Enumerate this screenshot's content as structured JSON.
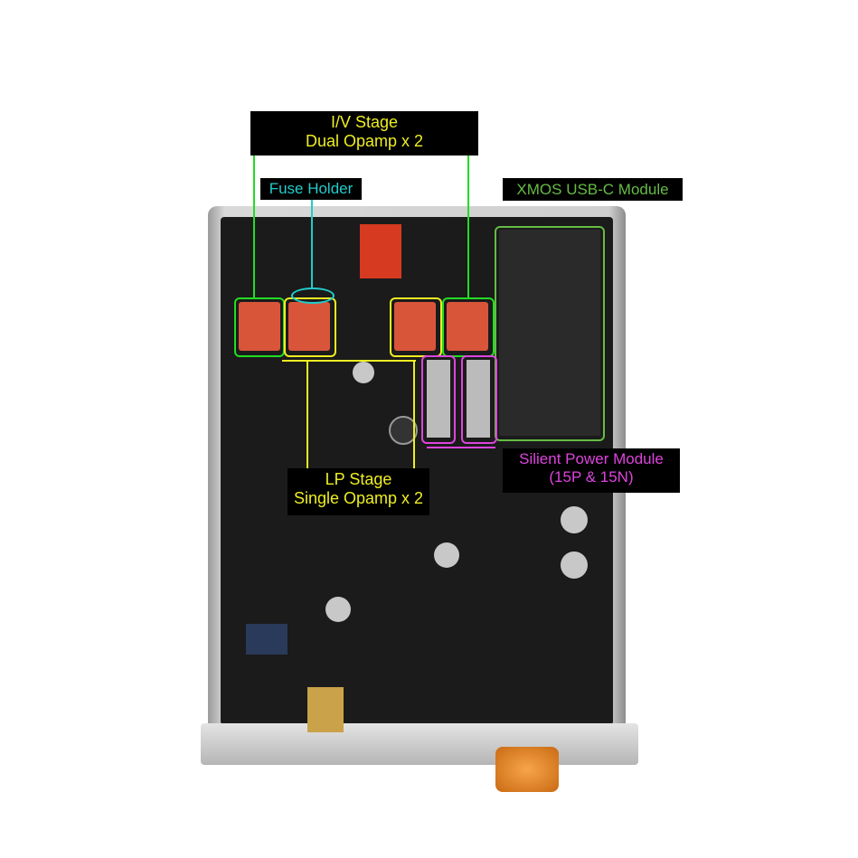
{
  "labels": {
    "iv_stage": {
      "line1": "I/V Stage",
      "line2": "Dual Opamp x 2"
    },
    "fuse_holder": "Fuse Holder",
    "xmos": "XMOS USB-C Module",
    "lp_stage": {
      "line1": "LP Stage",
      "line2": "Single Opamp x 2"
    },
    "power_module": {
      "line1": "Silient Power Module",
      "line2": "(15P & 15N)"
    }
  },
  "colors": {
    "iv": "#22dd22",
    "fuse": "#22cccc",
    "xmos": "#66bb44",
    "lp": "#eeee22",
    "power": "#dd44dd"
  }
}
